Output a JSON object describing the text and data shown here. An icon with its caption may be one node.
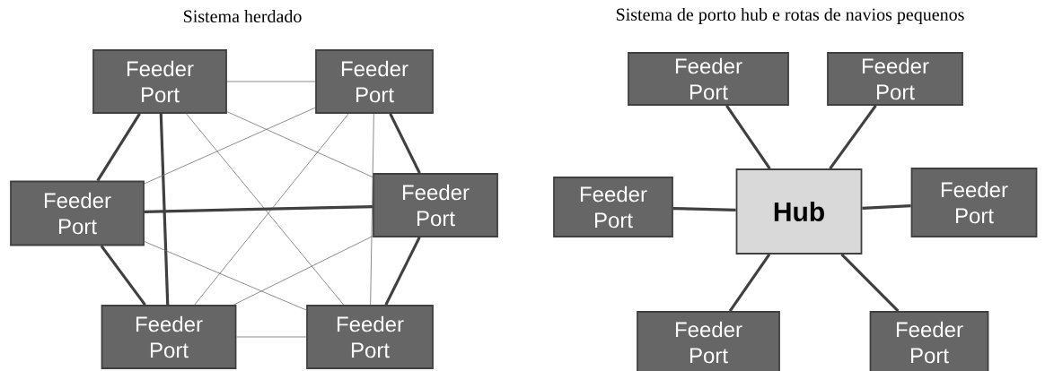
{
  "diagram": {
    "nodes": [
      {
        "text": [
          "Feeder Port"
        ]
      },
      {
        "text": [
          "Feeder Port"
        ]
      },
      {
        "text": [
          "Feeder Port"
        ]
      },
      {
        "text": [
          "Feeder Port"
        ]
      },
      {
        "text": [
          "Feeder Port"
        ]
      },
      {
        "text": [
          "Feeder Port"
        ]
      },
      {
        "text": [
          "Hub"
        ]
      },
      {
        "text": [
          "Feeder Port"
        ]
      },
      {
        "text": [
          "Feeder Port"
        ]
      },
      {
        "text": [
          "Feeder Port"
        ]
      },
      {
        "text": [
          "Feeder Port"
        ]
      },
      {
        "text": [
          "Feeder Port"
        ]
      },
      {
        "text": [
          "Feeder Port"
        ]
      }
    ],
    "edges": [
      {
        "from": 0,
        "to": 1,
        "arrow": "none",
        "color": "#707070"
      },
      {
        "from": 0,
        "to": 2,
        "arrow": "none"
      },
      {
        "from": 0,
        "to": 3,
        "arrow": "none",
        "color": "#707070"
      },
      {
        "from": 0,
        "to": 4,
        "arrow": "none"
      },
      {
        "from": 0,
        "to": 5,
        "arrow": "none",
        "color": "#707070"
      },
      {
        "from": 1,
        "to": 2,
        "arrow": "none",
        "color": "#707070"
      },
      {
        "from": 1,
        "to": 3,
        "arrow": "none"
      },
      {
        "from": 1,
        "to": 4,
        "arrow": "none",
        "color": "#707070"
      },
      {
        "from": 1,
        "to": 5,
        "arrow": "none",
        "color": "#707070"
      },
      {
        "from": 2,
        "to": 3,
        "arrow": "none"
      },
      {
        "from": 2,
        "to": 4,
        "arrow": "none"
      },
      {
        "from": 2,
        "to": 5,
        "arrow": "none",
        "color": "#707070"
      },
      {
        "from": 3,
        "to": 4,
        "arrow": "none",
        "color": "#707070"
      },
      {
        "from": 3,
        "to": 5,
        "arrow": "none"
      },
      {
        "from": 4,
        "to": 5,
        "arrow": "none",
        "color": "#707070"
      },
      {
        "from": 6,
        "to": 7,
        "arrow": "none"
      },
      {
        "from": 6,
        "to": 8,
        "arrow": "none"
      },
      {
        "from": 6,
        "to": 9,
        "arrow": "none"
      },
      {
        "from": 6,
        "to": 10,
        "arrow": "none"
      },
      {
        "from": 6,
        "to": 11,
        "arrow": "none"
      },
      {
        "from": 6,
        "to": 12,
        "arrow": "none"
      }
    ],
    "labels": [
      "Sistema herdado",
      "Sistema de porto hub e rotas de navios pequenos"
    ]
  }
}
